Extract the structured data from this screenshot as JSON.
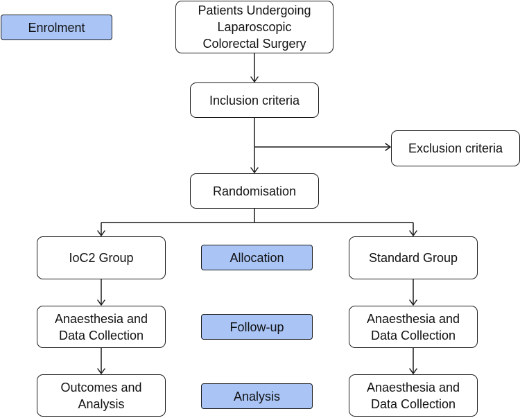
{
  "colors": {
    "stage_fill": "#a9c4f5",
    "box_border": "#1a1a1a",
    "text": "#111111"
  },
  "stages": {
    "enrolment": "Enrolment",
    "allocation": "Allocation",
    "follow_up": "Follow-up",
    "analysis": "Analysis"
  },
  "boxes": {
    "patients": "Patients Undergoing\nLaparoscopic\nColorectal Surgery",
    "inclusion": "Inclusion criteria",
    "exclusion": "Exclusion criteria",
    "randomisation": "Randomisation",
    "ioc2_group": "IoC2 Group",
    "standard_group": "Standard Group",
    "ioc2_anaesthesia": "Anaesthesia and\nData Collection",
    "standard_anaesthesia": "Anaesthesia and\nData Collection",
    "ioc2_outcomes": "Outcomes and\nAnalysis",
    "standard_final": "Anaesthesia and\nData Collection"
  }
}
